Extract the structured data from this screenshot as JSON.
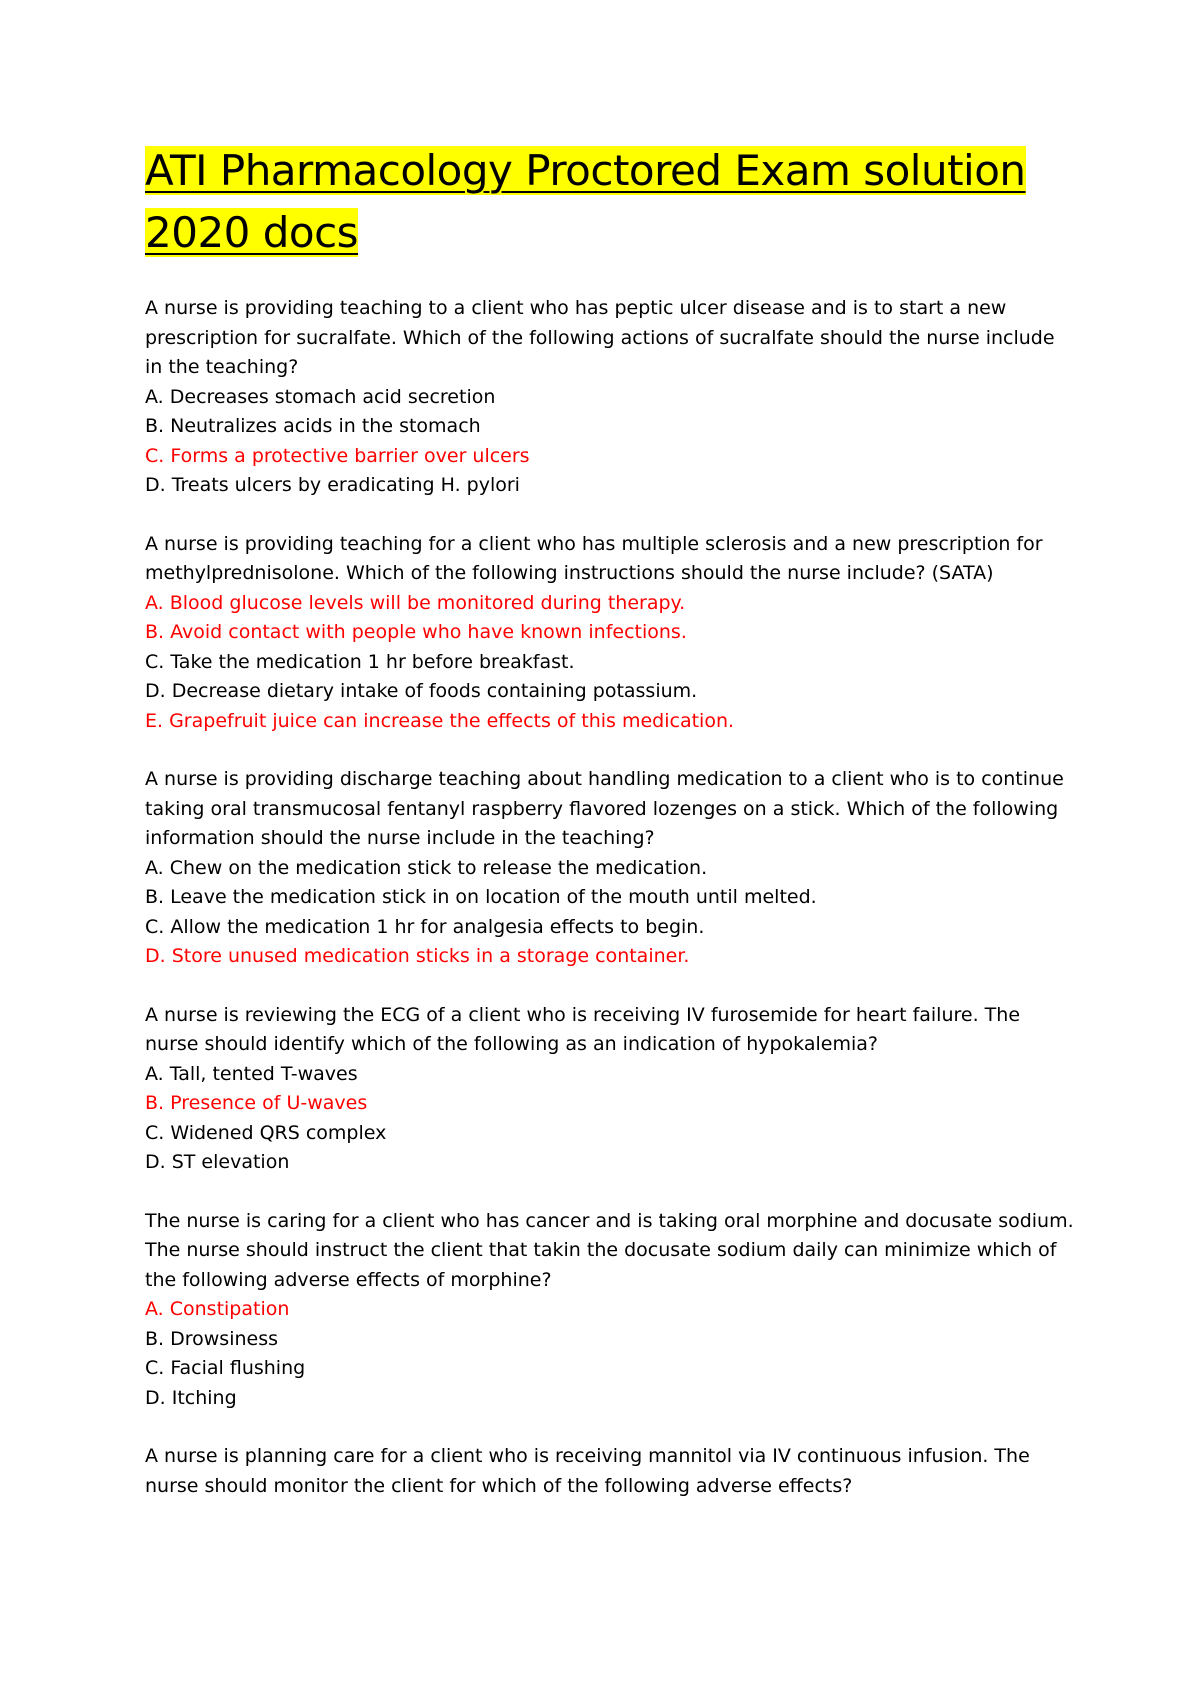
{
  "title": "ATI Pharmacology Proctored Exam solution 2020 docs",
  "colors": {
    "highlight": "#ffff00",
    "correct_answer": "#ff0000",
    "text": "#000000"
  },
  "questions": [
    {
      "stem": "A nurse is providing teaching to a client who has peptic ulcer disease and is to start a new prescription for sucralfate. Which of the following actions of sucralfate should the nurse include in the teaching?",
      "options": [
        {
          "text": "A. Decreases stomach acid secretion",
          "correct": false
        },
        {
          "text": "B. Neutralizes acids in the stomach",
          "correct": false
        },
        {
          "text": "C. Forms a protective barrier over ulcers",
          "correct": true
        },
        {
          "text": "D. Treats ulcers by eradicating H. pylori",
          "correct": false
        }
      ]
    },
    {
      "stem": "A nurse is providing teaching for a client who has multiple sclerosis and a new prescription for methylprednisolone. Which of the following instructions should the nurse include? (SATA)",
      "options": [
        {
          "text": "A. Blood glucose levels will be monitored during therapy.",
          "correct": true
        },
        {
          "text": "B. Avoid contact with people who have known infections.",
          "correct": true
        },
        {
          "text": "C. Take the medication 1 hr before breakfast.",
          "correct": false
        },
        {
          "text": "D. Decrease dietary intake of foods containing potassium.",
          "correct": false
        },
        {
          "text": "E. Grapefruit juice can increase the effects of this medication.",
          "correct": true
        }
      ]
    },
    {
      "stem": "A nurse is providing discharge teaching about handling medication to a client who is to continue taking oral transmucosal fentanyl raspberry flavored lozenges on a stick. Which of the following information should the nurse include in the teaching?",
      "options": [
        {
          "text": "A. Chew on the medication stick to release the medication.",
          "correct": false
        },
        {
          "text": "B. Leave the medication stick in on location of the mouth until melted.",
          "correct": false
        },
        {
          "text": "C. Allow the medication 1 hr for analgesia effects to begin.",
          "correct": false
        },
        {
          "text": "D. Store unused medication sticks in a storage container.",
          "correct": true
        }
      ]
    },
    {
      "stem": "A nurse is reviewing the ECG of a client who is receiving IV furosemide for heart failure. The nurse should identify which of the following as an indication of hypokalemia?",
      "options": [
        {
          "text": "A. Tall, tented T-waves",
          "correct": false
        },
        {
          "text": "B. Presence of U-waves",
          "correct": true
        },
        {
          "text": "C. Widened QRS complex",
          "correct": false
        },
        {
          "text": "D. ST elevation",
          "correct": false
        }
      ]
    },
    {
      "stem": "The nurse is caring for a client who has cancer and is taking oral morphine and docusate sodium. The nurse should instruct the client that takin the docusate sodium daily can minimize which of the following adverse effects of morphine?",
      "options": [
        {
          "text": "A. Constipation",
          "correct": true
        },
        {
          "text": "B. Drowsiness",
          "correct": false
        },
        {
          "text": "C. Facial flushing",
          "correct": false
        },
        {
          "text": "D. Itching",
          "correct": false
        }
      ]
    },
    {
      "stem": "A nurse is planning care for a client who is receiving mannitol via IV continuous infusion. The nurse should monitor the client for which of the following adverse effects?",
      "options": []
    }
  ]
}
